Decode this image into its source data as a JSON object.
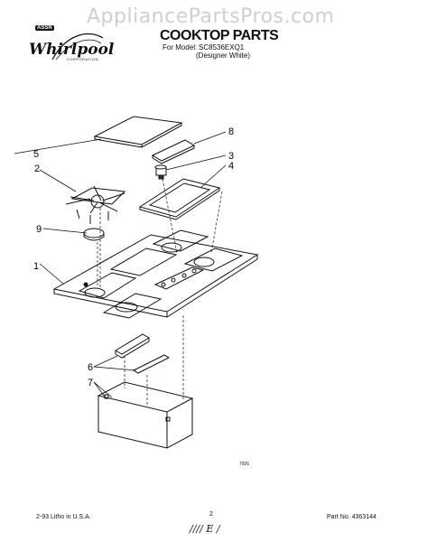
{
  "watermark": "AppliancePartsPros.com",
  "brand": {
    "tag": "ASSN",
    "name": "Whirlpool",
    "corporation": "CORPORATION"
  },
  "header": {
    "title": "COOKTOP PARTS",
    "for_model_label": "For Model:",
    "model_number": "SC8536EXQ1",
    "color_variant": "(Designer White)"
  },
  "callouts": [
    {
      "label": "1"
    },
    {
      "label": "2"
    },
    {
      "label": "3"
    },
    {
      "label": "4"
    },
    {
      "label": "5"
    },
    {
      "label": "6"
    },
    {
      "label": "7"
    },
    {
      "label": "8"
    },
    {
      "label": "9"
    }
  ],
  "diagram_code": "7926",
  "footer": {
    "date": "2-93 Litho in U.S.A.",
    "page": "2",
    "part_number": "Part No. 4363144",
    "handwritten": "//// E /"
  }
}
